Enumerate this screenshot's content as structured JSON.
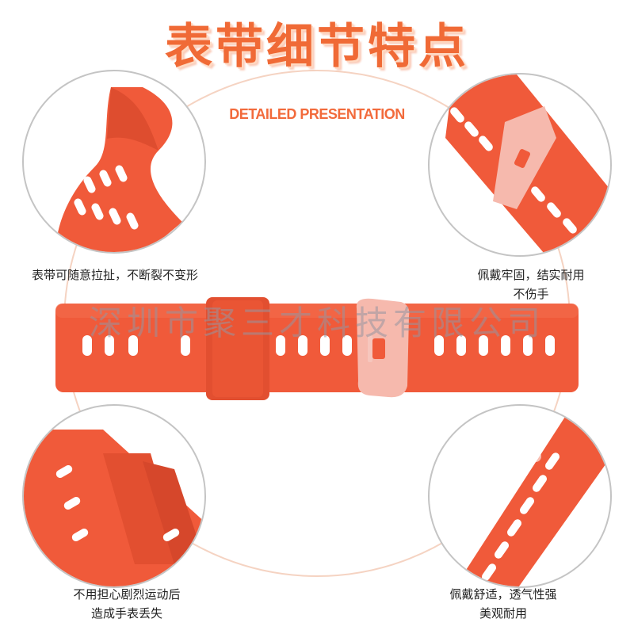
{
  "header": {
    "title": "表带细节特点",
    "subtitle": "DETAILED PRESENTATION"
  },
  "colors": {
    "strap": "#f05a3a",
    "strap_dark": "#d6472b",
    "buckle": "#f6b9ad",
    "title": "#f06a36"
  },
  "details": [
    {
      "lines": [
        "表带可随意拉扯，不断裂不变形"
      ]
    },
    {
      "lines": [
        "佩戴牢固，结实耐用",
        "不伤手"
      ]
    },
    {
      "lines": [
        "不用担心剧烈运动后",
        "造成手表丢失"
      ]
    },
    {
      "lines": [
        "佩戴舒适，透气性强",
        "美观耐用"
      ]
    }
  ],
  "watermark": "深圳市聚三才科技有限公司"
}
